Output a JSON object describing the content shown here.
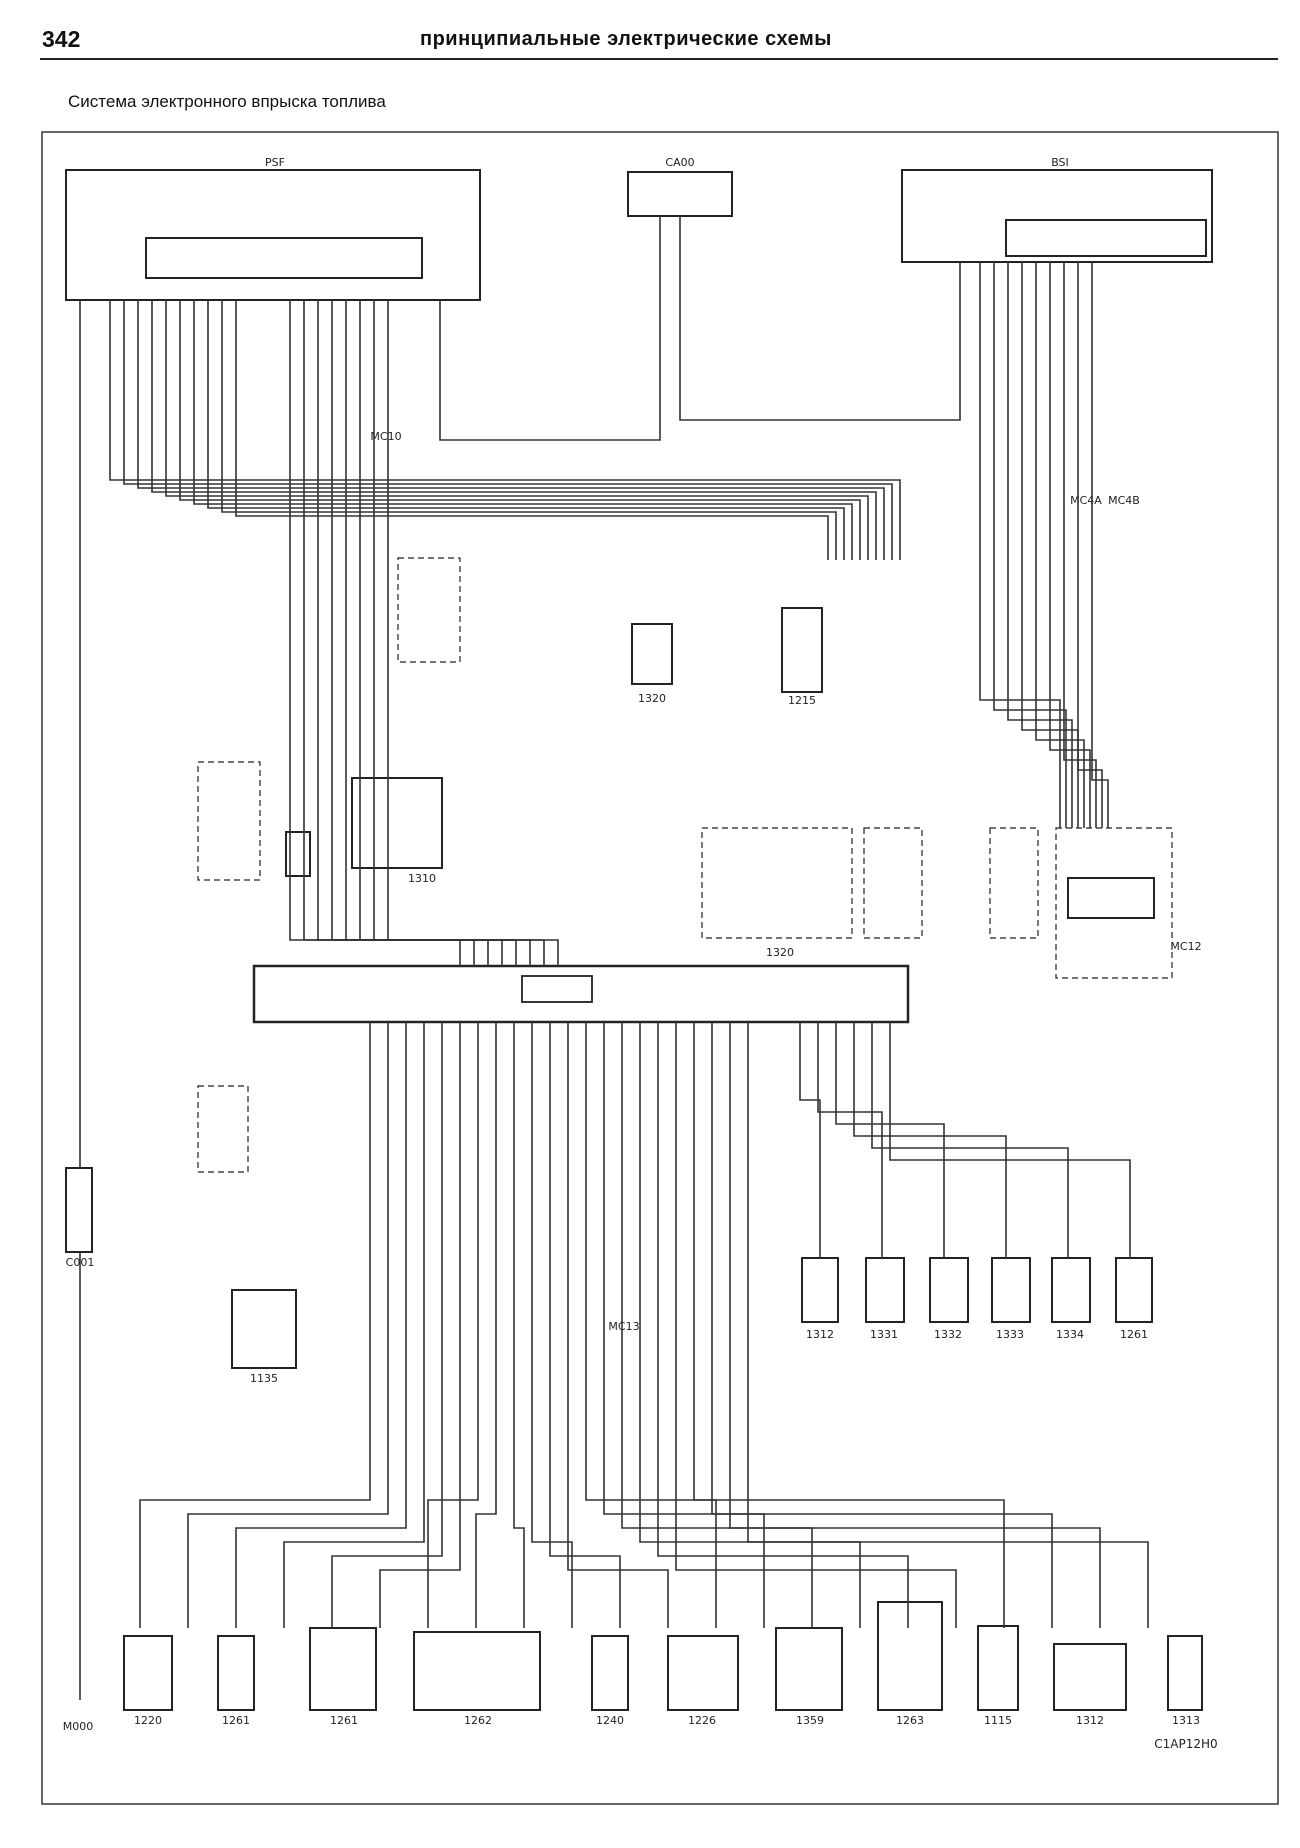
{
  "page": {
    "number": "342",
    "header": "принципиальные электрические схемы",
    "title": "Система электронного впрыска топлива"
  },
  "colors": {
    "ink": "#222222",
    "paper": "#ffffff",
    "frame": "#333333"
  },
  "components": {
    "fuse_box_left": "PSF",
    "relay_box_right": "BSI",
    "ignition_switch": "CA00",
    "ground_1": "MC10",
    "ground_2": "MC4A",
    "ground_3": "MC4B",
    "ground_4": "MC12",
    "ground_5": "MC13",
    "ground_6": "M000",
    "sensor_1": "1320",
    "sensor_2": "1215",
    "module_center": "1320",
    "diag_socket": "C001",
    "coil": "1135",
    "injector_1": "1331",
    "injector_2": "1332",
    "injector_3": "1333",
    "injector_4": "1334",
    "bottom_1": "1220",
    "bottom_2": "1261",
    "bottom_3": "1261",
    "bottom_4": "1262",
    "bottom_5": "1240",
    "bottom_6": "1226",
    "bottom_7": "1359",
    "bottom_8": "1263",
    "bottom_9": "1115",
    "bottom_10": "1312",
    "bottom_11": "1313",
    "small_1": "1312",
    "small_2": "1261",
    "small_3": "1310",
    "code": "C1AP12H0"
  }
}
